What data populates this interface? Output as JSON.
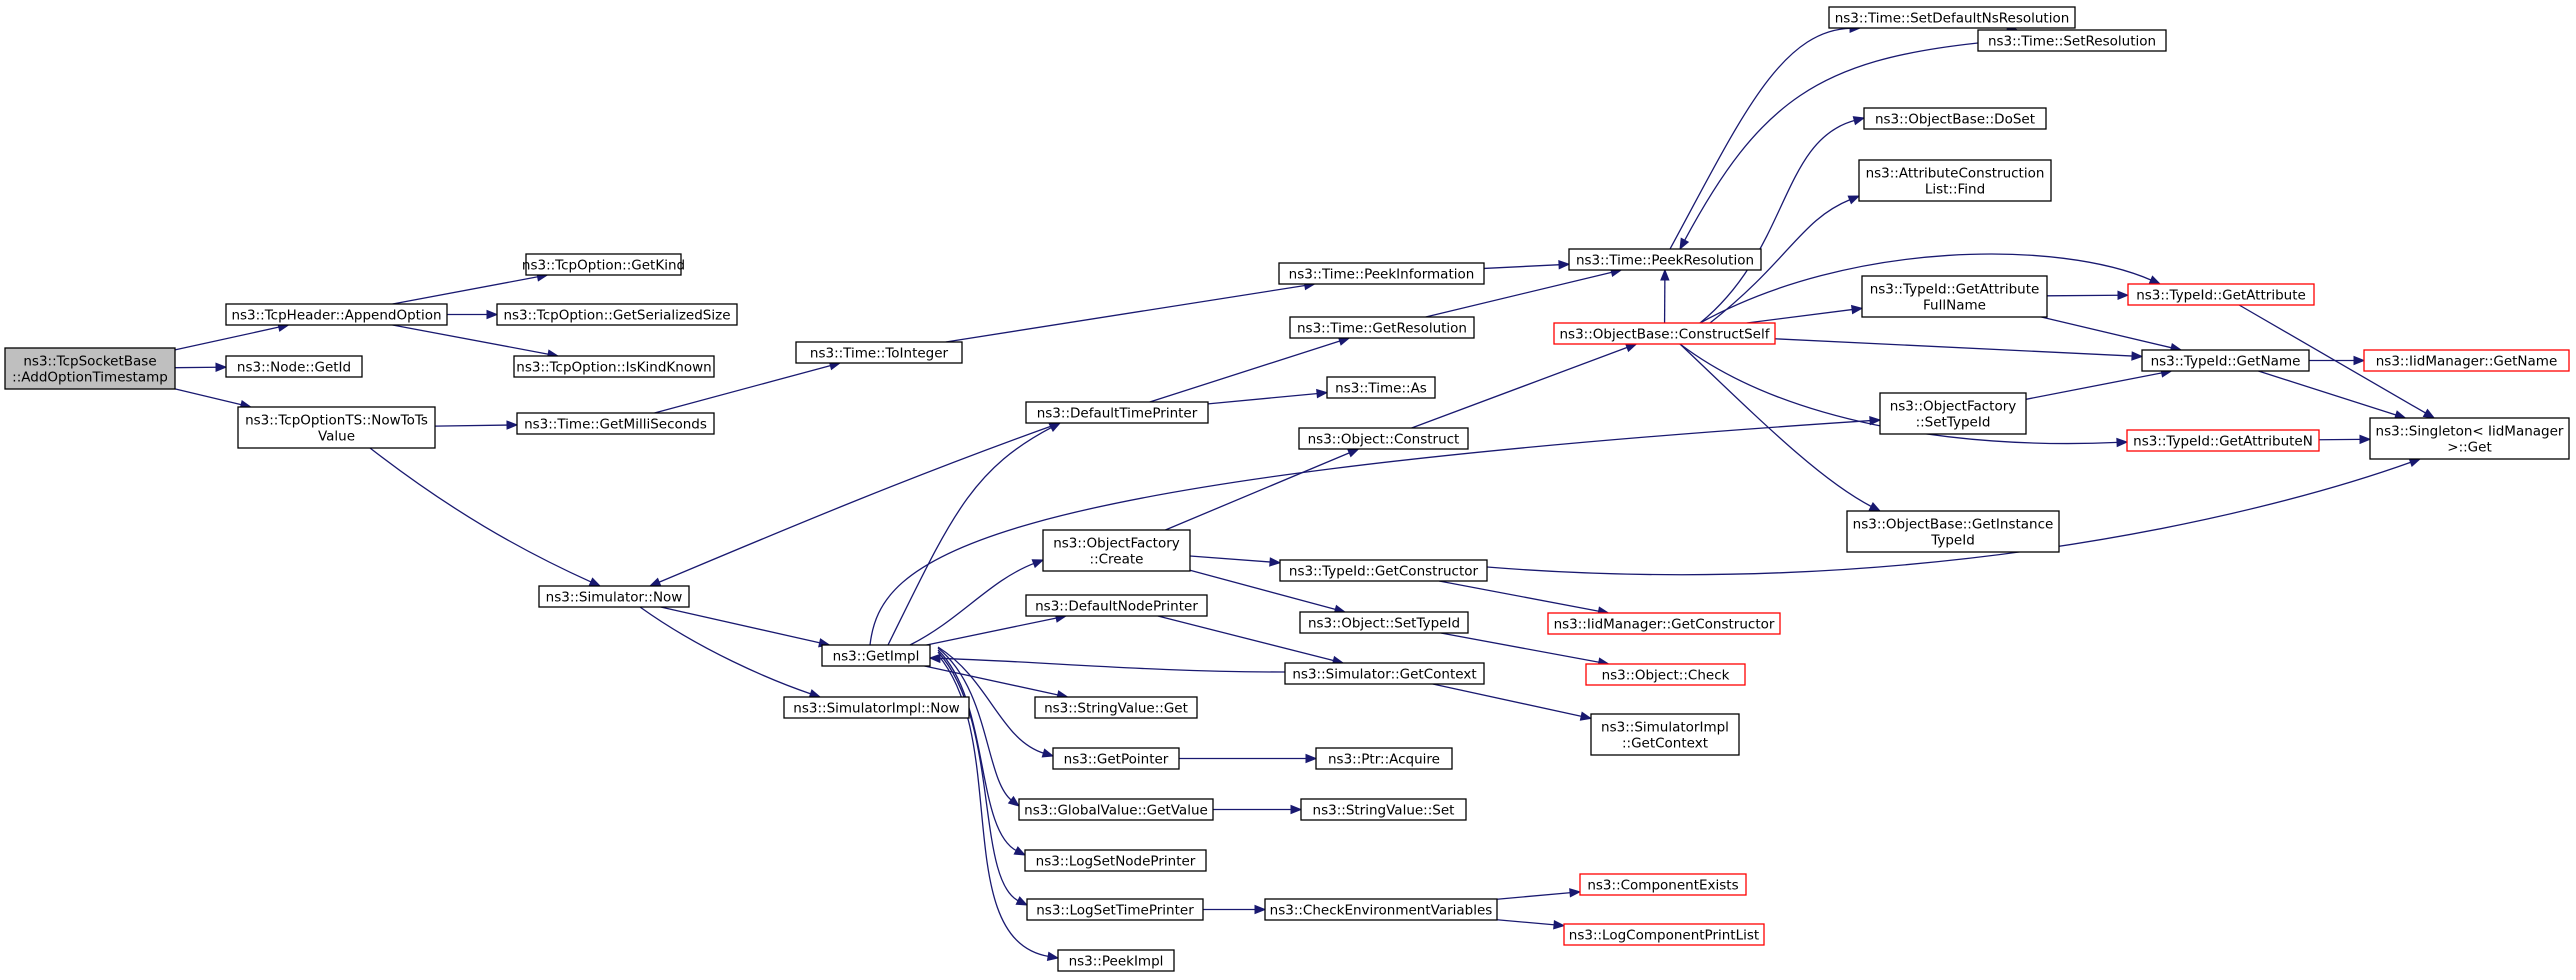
{
  "diagram": {
    "colors": {
      "edge": "#191970",
      "node_border": "#000000",
      "truncated_border": "#ff0000",
      "root_fill": "#bfbfbf",
      "node_fill": "#ffffff"
    },
    "nodes": [
      {
        "id": "root",
        "lines": [
          "ns3::TcpSocketBase",
          "::AddOptionTimestamp"
        ],
        "style": "root"
      },
      {
        "id": "appendoption",
        "lines": [
          "ns3::TcpHeader::AppendOption"
        ],
        "style": "normal"
      },
      {
        "id": "getid",
        "lines": [
          "ns3::Node::GetId"
        ],
        "style": "normal"
      },
      {
        "id": "nowtots",
        "lines": [
          "ns3::TcpOptionTS::NowToTs",
          "Value"
        ],
        "style": "normal"
      },
      {
        "id": "getkind",
        "lines": [
          "ns3::TcpOption::GetKind"
        ],
        "style": "normal"
      },
      {
        "id": "getserializedsize",
        "lines": [
          "ns3::TcpOption::GetSerializedSize"
        ],
        "style": "normal"
      },
      {
        "id": "iskindknown",
        "lines": [
          "ns3::TcpOption::IsKindKnown"
        ],
        "style": "normal"
      },
      {
        "id": "getmilliseconds",
        "lines": [
          "ns3::Time::GetMilliSeconds"
        ],
        "style": "normal"
      },
      {
        "id": "tointeger",
        "lines": [
          "ns3::Time::ToInteger"
        ],
        "style": "normal"
      },
      {
        "id": "simnow",
        "lines": [
          "ns3::Simulator::Now"
        ],
        "style": "normal"
      },
      {
        "id": "getimpl",
        "lines": [
          "ns3::GetImpl"
        ],
        "style": "normal"
      },
      {
        "id": "simimplnow",
        "lines": [
          "ns3::SimulatorImpl::Now"
        ],
        "style": "normal"
      },
      {
        "id": "peekinformation",
        "lines": [
          "ns3::Time::PeekInformation"
        ],
        "style": "normal"
      },
      {
        "id": "getresolution",
        "lines": [
          "ns3::Time::GetResolution"
        ],
        "style": "normal"
      },
      {
        "id": "defaulttimeprinter",
        "lines": [
          "ns3::DefaultTimePrinter"
        ],
        "style": "normal"
      },
      {
        "id": "timeas",
        "lines": [
          "ns3::Time::As"
        ],
        "style": "normal"
      },
      {
        "id": "objconstruct",
        "lines": [
          "ns3::Object::Construct"
        ],
        "style": "normal"
      },
      {
        "id": "offcreate",
        "lines": [
          "ns3::ObjectFactory",
          "::Create"
        ],
        "style": "normal"
      },
      {
        "id": "tidgetconstructor",
        "lines": [
          "ns3::TypeId::GetConstructor"
        ],
        "style": "normal"
      },
      {
        "id": "objsettypeid",
        "lines": [
          "ns3::Object::SetTypeId"
        ],
        "style": "normal"
      },
      {
        "id": "defaultnodeprinter",
        "lines": [
          "ns3::DefaultNodePrinter"
        ],
        "style": "normal"
      },
      {
        "id": "simgetcontext",
        "lines": [
          "ns3::Simulator::GetContext"
        ],
        "style": "normal"
      },
      {
        "id": "stringvalueget",
        "lines": [
          "ns3::StringValue::Get"
        ],
        "style": "normal"
      },
      {
        "id": "getpointer",
        "lines": [
          "ns3::GetPointer"
        ],
        "style": "normal"
      },
      {
        "id": "ptracquire",
        "lines": [
          "ns3::Ptr::Acquire"
        ],
        "style": "normal"
      },
      {
        "id": "gvgetvalue",
        "lines": [
          "ns3::GlobalValue::GetValue"
        ],
        "style": "normal"
      },
      {
        "id": "stringvalueset",
        "lines": [
          "ns3::StringValue::Set"
        ],
        "style": "normal"
      },
      {
        "id": "logsetnodeprinter",
        "lines": [
          "ns3::LogSetNodePrinter"
        ],
        "style": "normal"
      },
      {
        "id": "logsettimeprinter",
        "lines": [
          "ns3::LogSetTimePrinter"
        ],
        "style": "normal"
      },
      {
        "id": "checkenv",
        "lines": [
          "ns3::CheckEnvironmentVariables"
        ],
        "style": "normal"
      },
      {
        "id": "peekimpl",
        "lines": [
          "ns3::PeekImpl"
        ],
        "style": "normal"
      },
      {
        "id": "componentexists",
        "lines": [
          "ns3::ComponentExists"
        ],
        "style": "truncated"
      },
      {
        "id": "logcomponentprintlist",
        "lines": [
          "ns3::LogComponentPrintList"
        ],
        "style": "truncated"
      },
      {
        "id": "peekresolution",
        "lines": [
          "ns3::Time::PeekResolution"
        ],
        "style": "normal"
      },
      {
        "id": "setdefaultnsres",
        "lines": [
          "ns3::Time::SetDefaultNsResolution"
        ],
        "style": "normal"
      },
      {
        "id": "setresolution",
        "lines": [
          "ns3::Time::SetResolution"
        ],
        "style": "normal"
      },
      {
        "id": "constructself",
        "lines": [
          "ns3::ObjectBase::ConstructSelf"
        ],
        "style": "truncated"
      },
      {
        "id": "doset",
        "lines": [
          "ns3::ObjectBase::DoSet"
        ],
        "style": "normal"
      },
      {
        "id": "aclfind",
        "lines": [
          "ns3::AttributeConstruction",
          "List::Find"
        ],
        "style": "normal"
      },
      {
        "id": "getattrfullname",
        "lines": [
          "ns3::TypeId::GetAttribute",
          "FullName"
        ],
        "style": "normal"
      },
      {
        "id": "offsettypeid",
        "lines": [
          "ns3::ObjectFactory",
          "::SetTypeId"
        ],
        "style": "normal"
      },
      {
        "id": "getinstancetypeid",
        "lines": [
          "ns3::ObjectBase::GetInstance",
          "TypeId"
        ],
        "style": "normal"
      },
      {
        "id": "tidgetattribute",
        "lines": [
          "ns3::TypeId::GetAttribute"
        ],
        "style": "truncated"
      },
      {
        "id": "tidgetname",
        "lines": [
          "ns3::TypeId::GetName"
        ],
        "style": "normal"
      },
      {
        "id": "tidgetattributen",
        "lines": [
          "ns3::TypeId::GetAttributeN"
        ],
        "style": "truncated"
      },
      {
        "id": "iidgetname",
        "lines": [
          "ns3::IidManager::GetName"
        ],
        "style": "truncated"
      },
      {
        "id": "singletonget",
        "lines": [
          "ns3::Singleton< IidManager",
          ">::Get"
        ],
        "style": "normal"
      },
      {
        "id": "iidgetconstructor",
        "lines": [
          "ns3::IidManager::GetConstructor"
        ],
        "style": "truncated"
      },
      {
        "id": "objcheck",
        "lines": [
          "ns3::Object::Check"
        ],
        "style": "truncated"
      },
      {
        "id": "simimplgetcontext",
        "lines": [
          "ns3::SimulatorImpl",
          "::GetContext"
        ],
        "style": "normal"
      }
    ],
    "edges": [
      {
        "from": "root",
        "to": "appendoption"
      },
      {
        "from": "root",
        "to": "getid"
      },
      {
        "from": "root",
        "to": "nowtots"
      },
      {
        "from": "appendoption",
        "to": "getkind"
      },
      {
        "from": "appendoption",
        "to": "getserializedsize"
      },
      {
        "from": "appendoption",
        "to": "iskindknown"
      },
      {
        "from": "nowtots",
        "to": "getmilliseconds"
      },
      {
        "from": "nowtots",
        "to": "simnow"
      },
      {
        "from": "getmilliseconds",
        "to": "tointeger"
      },
      {
        "from": "tointeger",
        "to": "peekinformation"
      },
      {
        "from": "simnow",
        "to": "getimpl"
      },
      {
        "from": "simnow",
        "to": "simimplnow"
      },
      {
        "from": "peekinformation",
        "to": "peekresolution"
      },
      {
        "from": "getresolution",
        "to": "peekresolution"
      },
      {
        "from": "defaulttimeprinter",
        "to": "simnow"
      },
      {
        "from": "defaulttimeprinter",
        "to": "getresolution"
      },
      {
        "from": "defaulttimeprinter",
        "to": "timeas"
      },
      {
        "from": "getimpl",
        "to": "defaulttimeprinter"
      },
      {
        "from": "getimpl",
        "to": "offsettypeid"
      },
      {
        "from": "getimpl",
        "to": "offcreate"
      },
      {
        "from": "getimpl",
        "to": "defaultnodeprinter"
      },
      {
        "from": "getimpl",
        "to": "stringvalueget"
      },
      {
        "from": "getimpl",
        "to": "getpointer"
      },
      {
        "from": "getimpl",
        "to": "gvgetvalue"
      },
      {
        "from": "getimpl",
        "to": "logsetnodeprinter"
      },
      {
        "from": "getimpl",
        "to": "logsettimeprinter"
      },
      {
        "from": "getimpl",
        "to": "peekimpl"
      },
      {
        "from": "offcreate",
        "to": "objconstruct"
      },
      {
        "from": "offcreate",
        "to": "tidgetconstructor"
      },
      {
        "from": "offcreate",
        "to": "objsettypeid"
      },
      {
        "from": "defaultnodeprinter",
        "to": "simgetcontext"
      },
      {
        "from": "simgetcontext",
        "to": "getimpl"
      },
      {
        "from": "simgetcontext",
        "to": "simimplgetcontext"
      },
      {
        "from": "getpointer",
        "to": "ptracquire"
      },
      {
        "from": "gvgetvalue",
        "to": "stringvalueset"
      },
      {
        "from": "logsettimeprinter",
        "to": "checkenv"
      },
      {
        "from": "checkenv",
        "to": "componentexists"
      },
      {
        "from": "checkenv",
        "to": "logcomponentprintlist"
      },
      {
        "from": "objconstruct",
        "to": "constructself"
      },
      {
        "from": "tidgetconstructor",
        "to": "iidgetconstructor"
      },
      {
        "from": "tidgetconstructor",
        "to": "singletonget"
      },
      {
        "from": "objsettypeid",
        "to": "objcheck"
      },
      {
        "from": "peekresolution",
        "to": "setdefaultnsres"
      },
      {
        "from": "setdefaultnsres",
        "to": "setresolution"
      },
      {
        "from": "setresolution",
        "to": "peekresolution"
      },
      {
        "from": "constructself",
        "to": "peekresolution"
      },
      {
        "from": "constructself",
        "to": "doset"
      },
      {
        "from": "constructself",
        "to": "aclfind"
      },
      {
        "from": "constructself",
        "to": "getattrfullname"
      },
      {
        "from": "constructself",
        "to": "tidgetattribute"
      },
      {
        "from": "constructself",
        "to": "tidgetname"
      },
      {
        "from": "constructself",
        "to": "tidgetattributen"
      },
      {
        "from": "constructself",
        "to": "getinstancetypeid"
      },
      {
        "from": "getattrfullname",
        "to": "tidgetattribute"
      },
      {
        "from": "getattrfullname",
        "to": "tidgetname"
      },
      {
        "from": "offsettypeid",
        "to": "tidgetname"
      },
      {
        "from": "tidgetattribute",
        "to": "singletonget"
      },
      {
        "from": "tidgetname",
        "to": "iidgetname"
      },
      {
        "from": "tidgetname",
        "to": "singletonget"
      },
      {
        "from": "tidgetattributen",
        "to": "singletonget"
      }
    ]
  }
}
